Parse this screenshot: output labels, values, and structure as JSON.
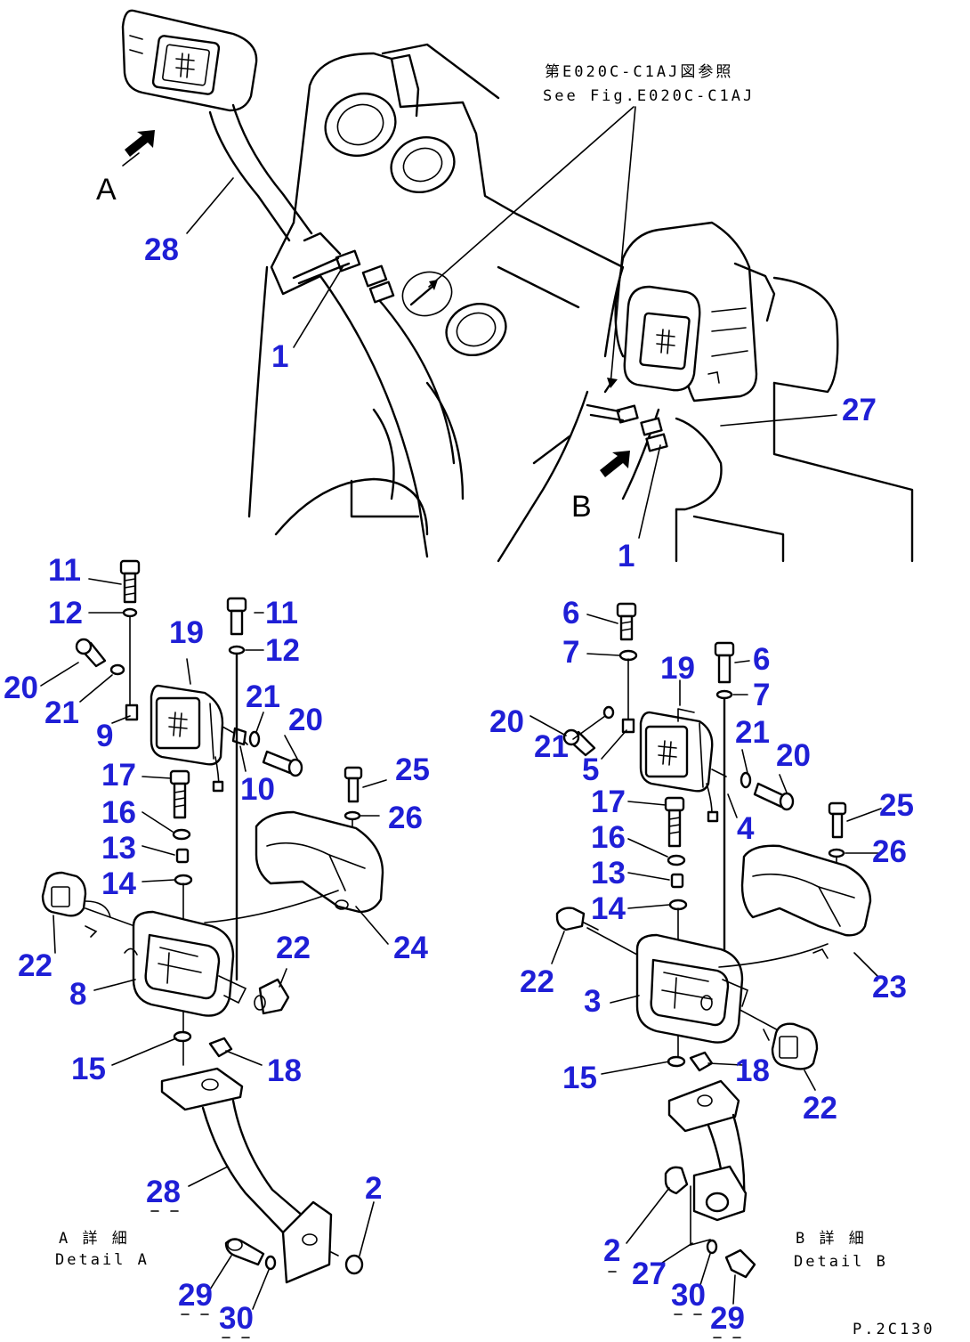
{
  "notes": {
    "ref_jp": "第E020C-C1AJ図参照",
    "ref_en": "See Fig.E020C-C1AJ",
    "detail_a_jp": "A 詳 細",
    "detail_a_en": "Detail A",
    "detail_b_jp": "B 詳 細",
    "detail_b_en": "Detail B",
    "figure_code": "P.2C130"
  },
  "views": {
    "a": "A",
    "b": "B"
  },
  "callouts": {
    "main_28": "28",
    "main_1a": "1",
    "main_27": "27",
    "main_1b": "1",
    "a_11a": "11",
    "a_12a": "12",
    "a_11b": "11",
    "a_12b": "12",
    "a_19": "19",
    "a_20a": "20",
    "a_21a": "21",
    "a_9": "9",
    "a_21b": "21",
    "a_20b": "20",
    "a_10": "10",
    "a_17": "17",
    "a_16": "16",
    "a_13": "13",
    "a_14": "14",
    "a_25": "25",
    "a_26": "26",
    "a_24": "24",
    "a_22a": "22",
    "a_22b": "22",
    "a_8": "8",
    "a_15": "15",
    "a_18": "18",
    "a_28": "28",
    "a_2": "2",
    "a_29": "29",
    "a_30": "30",
    "b_6a": "6",
    "b_7a": "7",
    "b_6b": "6",
    "b_7b": "7",
    "b_19": "19",
    "b_20a": "20",
    "b_21a": "21",
    "b_5": "5",
    "b_21b": "21",
    "b_20b": "20",
    "b_4": "4",
    "b_17": "17",
    "b_16": "16",
    "b_13": "13",
    "b_14": "14",
    "b_25": "25",
    "b_26": "26",
    "b_22a": "22",
    "b_23": "23",
    "b_3": "3",
    "b_15": "15",
    "b_18": "18",
    "b_22b": "22",
    "b_2": "2",
    "b_27": "27",
    "b_30": "30",
    "b_29": "29"
  }
}
